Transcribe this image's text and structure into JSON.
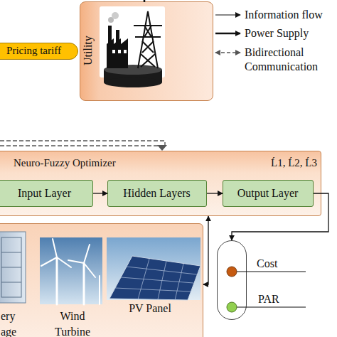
{
  "diagram": {
    "nodes": [
      {
        "text": [
          "Utility"
        ]
      },
      {
        "text": [
          "Pricing tariff"
        ]
      },
      {
        "text": [
          "Neuro-Fuzzy Optimizer",
          "Ĺ1, Ĺ2, Ĺ3"
        ]
      },
      {
        "text": [
          "Input Layer"
        ],
        "in": 2
      },
      {
        "text": [
          "Hidden Layers"
        ],
        "in": 2
      },
      {
        "text": [
          "Output Layer"
        ],
        "in": 2
      },
      {
        "text": [
          "ery age",
          "Wind Turbine",
          "PV Panel"
        ]
      },
      {
        "text": [
          "Cost",
          "PAR"
        ]
      }
    ],
    "edges": [
      {
        "from": 3,
        "to": 4,
        "arrow": "to"
      },
      {
        "from": 4,
        "to": 5,
        "arrow": "to"
      },
      {
        "from": 5,
        "to": 7,
        "arrow": "to"
      },
      {
        "from": 6,
        "to": 2,
        "arrow": "both"
      }
    ],
    "legend": [
      {
        "text": "Information flow"
      },
      {
        "text": "Power Supply"
      },
      {
        "text": "Bidirectional Communication"
      }
    ]
  }
}
